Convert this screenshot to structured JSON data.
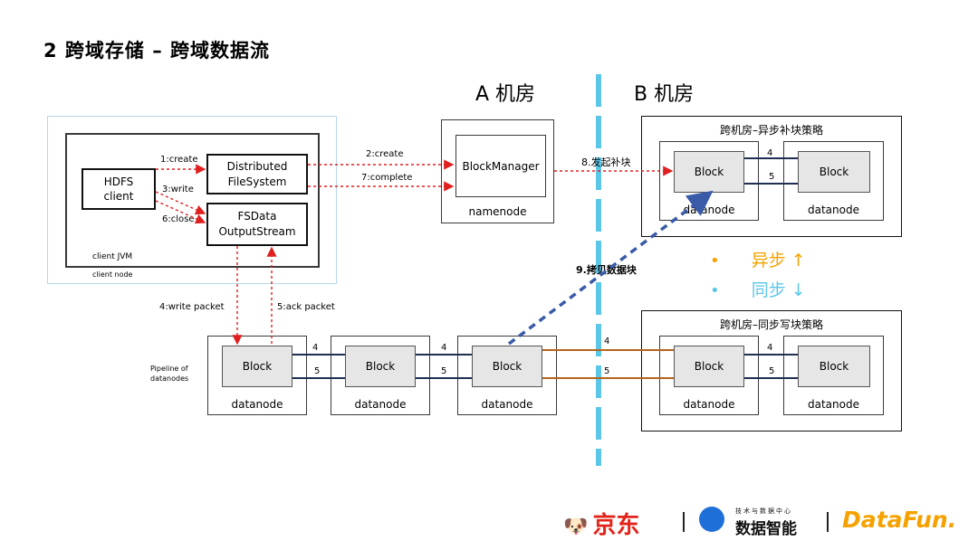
{
  "title": "2  跨域存储 – 跨域数据流",
  "rooms": {
    "a": "A 机房",
    "b": "B 机房"
  },
  "client": {
    "hdfs_client": "HDFS\nclient",
    "dfs": "Distributed\nFileSystem",
    "fsdata": "FSData\nOutputStream",
    "jvm": "client JVM",
    "node": "client node",
    "create": "1:create",
    "write": "3:write",
    "close": "6:close"
  },
  "namenode": {
    "block_manager": "BlockManager",
    "label": "namenode"
  },
  "edges": {
    "create2": "2:create",
    "complete": "7:complete",
    "add_block": "8.发起补块",
    "copy_block": "9.拷贝数据块",
    "write_packet": "4:write packet",
    "ack_packet": "5:ack packet"
  },
  "pipeline": {
    "label": "Pipeline of\ndatanodes",
    "block": "Block",
    "datanode": "datanode",
    "n4": "4",
    "n5": "5"
  },
  "async_panel": {
    "title": "跨机房–异步补块策略"
  },
  "sync_panel": {
    "title": "跨机房–同步写块策略"
  },
  "legend": {
    "async": "异步 ↑",
    "sync": "同步 ↓",
    "async_color": "#f5a200",
    "sync_color": "#5bc6e8"
  },
  "footer": {
    "jd": "京东",
    "dz_small": "技术与数据中心",
    "dz": "数据智能",
    "datafun": "DataFun."
  }
}
